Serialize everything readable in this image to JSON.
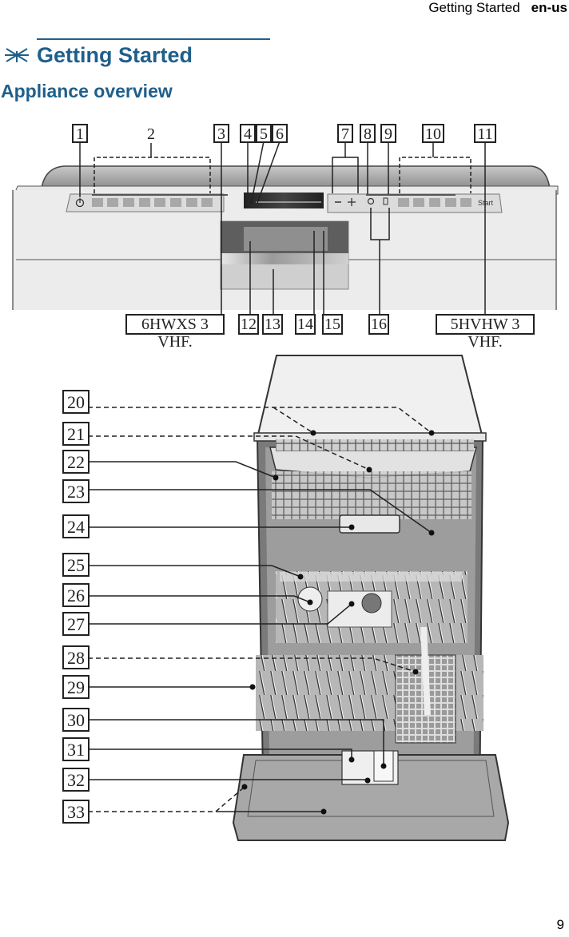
{
  "running_header": {
    "section": "Getting Started",
    "language": "en-us"
  },
  "heading": {
    "title": "Getting Started",
    "icon": "asterisk-snowflake-icon",
    "color": "#1f5f8b"
  },
  "subheading": "Appliance overview",
  "control_panel": {
    "callouts_top": [
      "1",
      "2",
      "3",
      "4",
      "5",
      "6",
      "7",
      "8",
      "9",
      "10",
      "11"
    ],
    "callouts_bottom": [
      "6HWXS 3 VHF.",
      "12",
      "13",
      "14",
      "15",
      "16",
      "5HVHW 3 VHF."
    ],
    "panel_labels": {
      "start_button": "Start",
      "minus": "−",
      "plus": "+"
    }
  },
  "dishwasher_interior": {
    "callouts": [
      "20",
      "21",
      "22",
      "23",
      "24",
      "25",
      "26",
      "27",
      "28",
      "29",
      "30",
      "31",
      "32",
      "33"
    ]
  },
  "page_number": "9"
}
